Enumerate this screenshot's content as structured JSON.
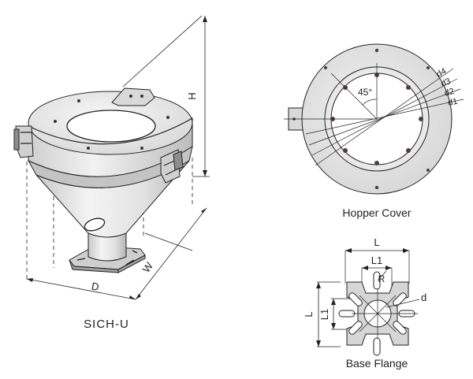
{
  "hopper_drawing": {
    "caption": "SICH-U",
    "dims": {
      "height": "H",
      "width": "W",
      "depth": "D"
    }
  },
  "hopper_cover": {
    "caption": "Hopper Cover",
    "angle": "45°",
    "diameters": [
      "d4",
      "d3",
      "d2",
      "d1"
    ]
  },
  "base_flange": {
    "caption": "Base Flange",
    "dims": {
      "outer_top": "L",
      "inner_top": "L1",
      "radius": "R",
      "hole": "d",
      "outer_side": "L",
      "inner_side": "L1"
    }
  },
  "colors": {
    "line": "#222222",
    "metal_light": "#efefef",
    "metal_mid": "#d4d4d4",
    "metal_dark": "#a9a9a9",
    "bolt": "#5a3a3a"
  }
}
